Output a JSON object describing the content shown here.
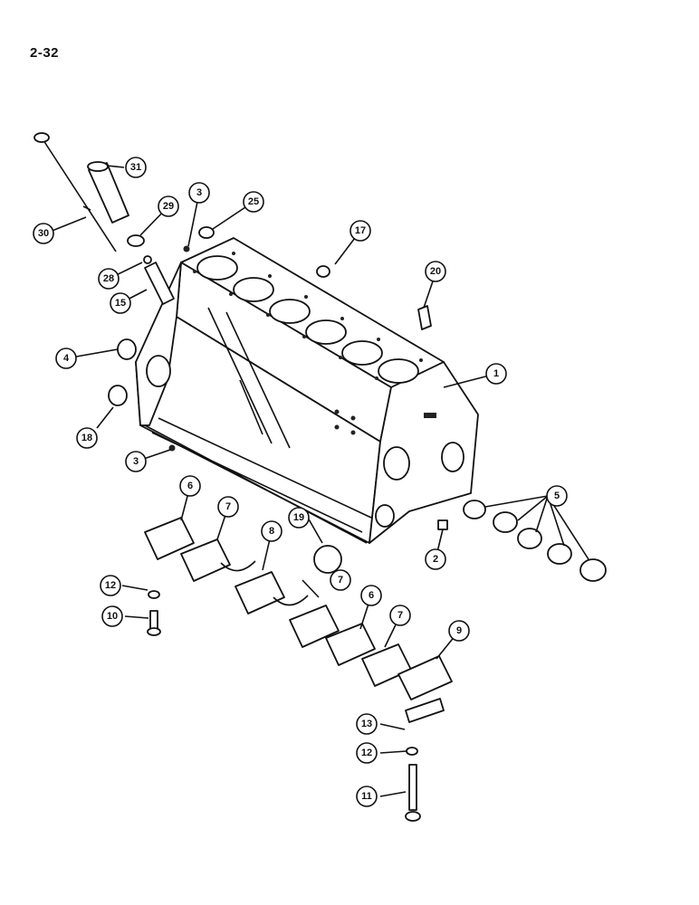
{
  "page": {
    "number": "2-32"
  },
  "callouts": {
    "c1": "1",
    "c2": "2",
    "c3a": "3",
    "c3b": "3",
    "c4": "4",
    "c5": "5",
    "c6a": "6",
    "c6b": "6",
    "c7a": "7",
    "c7b": "7",
    "c7c": "7",
    "c8": "8",
    "c9": "9",
    "c10": "10",
    "c11": "11",
    "c12a": "12",
    "c12b": "12",
    "c13": "13",
    "c15": "15",
    "c17": "17",
    "c18": "18",
    "c19": "19",
    "c20": "20",
    "c25": "25",
    "c28": "28",
    "c29": "29",
    "c30": "30",
    "c31": "31"
  }
}
